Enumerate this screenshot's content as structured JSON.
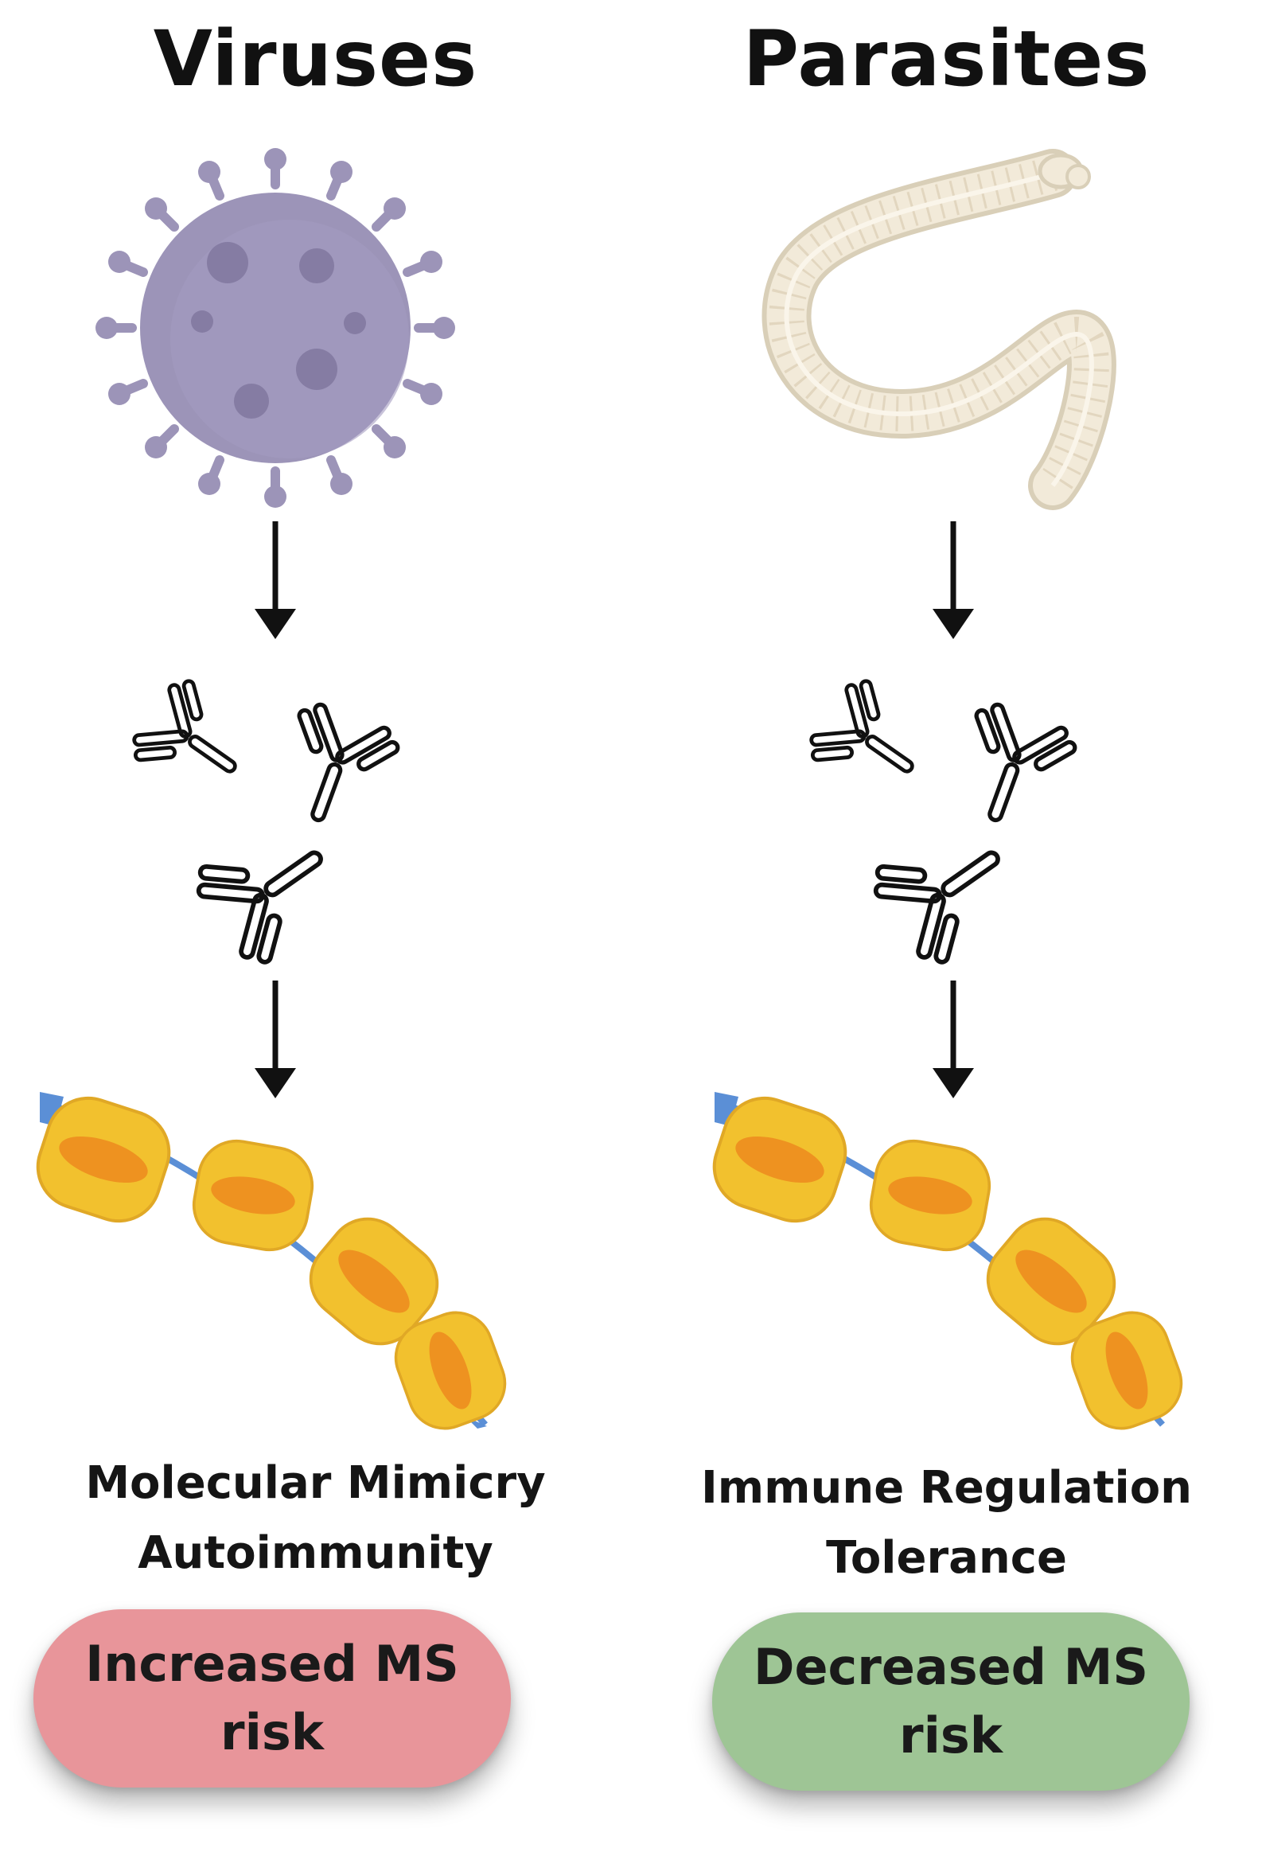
{
  "left": {
    "title": "Viruses",
    "caption_line1": "Molecular Mimicry",
    "caption_line2": "Autoimmunity",
    "outcome_line1": "Increased MS",
    "outcome_line2": "risk",
    "outcome_color": "#e8959a",
    "pathogen_icon": "virus-icon"
  },
  "right": {
    "title": "Parasites",
    "caption_line1": "Immune Regulation",
    "caption_line2": "Tolerance",
    "outcome_line1": "Decreased MS",
    "outcome_line2": "risk",
    "outcome_color": "#9ec595",
    "pathogen_icon": "parasitic-worm-icon"
  },
  "shared_icons": [
    "down-arrow-icon",
    "antibodies-icon",
    "myelinated-axon-icon"
  ],
  "colors": {
    "virus": "#9c94b8",
    "worm": "#f0e8d8",
    "myelin": "#f2c12e",
    "myelin_core": "#ee9220",
    "axon": "#5b8fd6"
  }
}
